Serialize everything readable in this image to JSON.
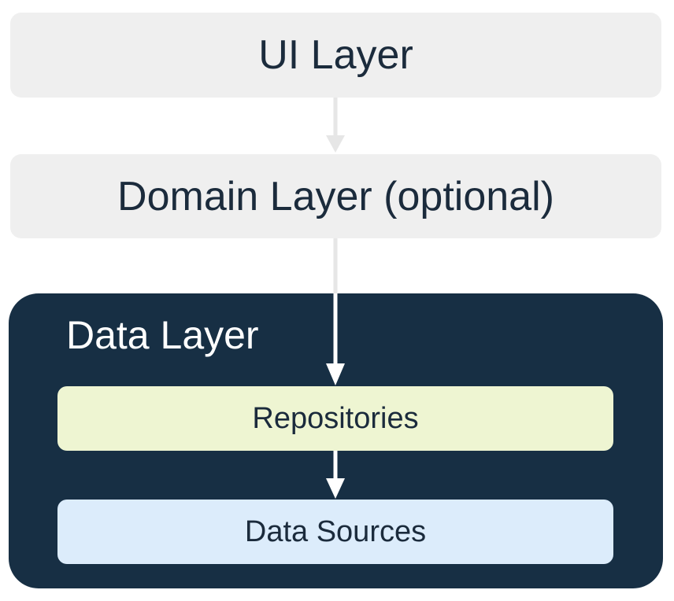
{
  "diagram": {
    "ui_layer": {
      "label": "UI Layer"
    },
    "domain_layer": {
      "label": "Domain Layer (optional)"
    },
    "data_layer": {
      "title": "Data Layer",
      "repositories": {
        "label": "Repositories"
      },
      "data_sources": {
        "label": "Data Sources"
      }
    }
  },
  "colors": {
    "outer_layer_bg": "#efefef",
    "data_layer_bg": "#172f44",
    "repositories_bg": "#eef5d2",
    "data_sources_bg": "#dcecfb",
    "text_dark": "#1b2b3c",
    "arrow_light": "#e6e6e6",
    "arrow_white": "#ffffff"
  }
}
